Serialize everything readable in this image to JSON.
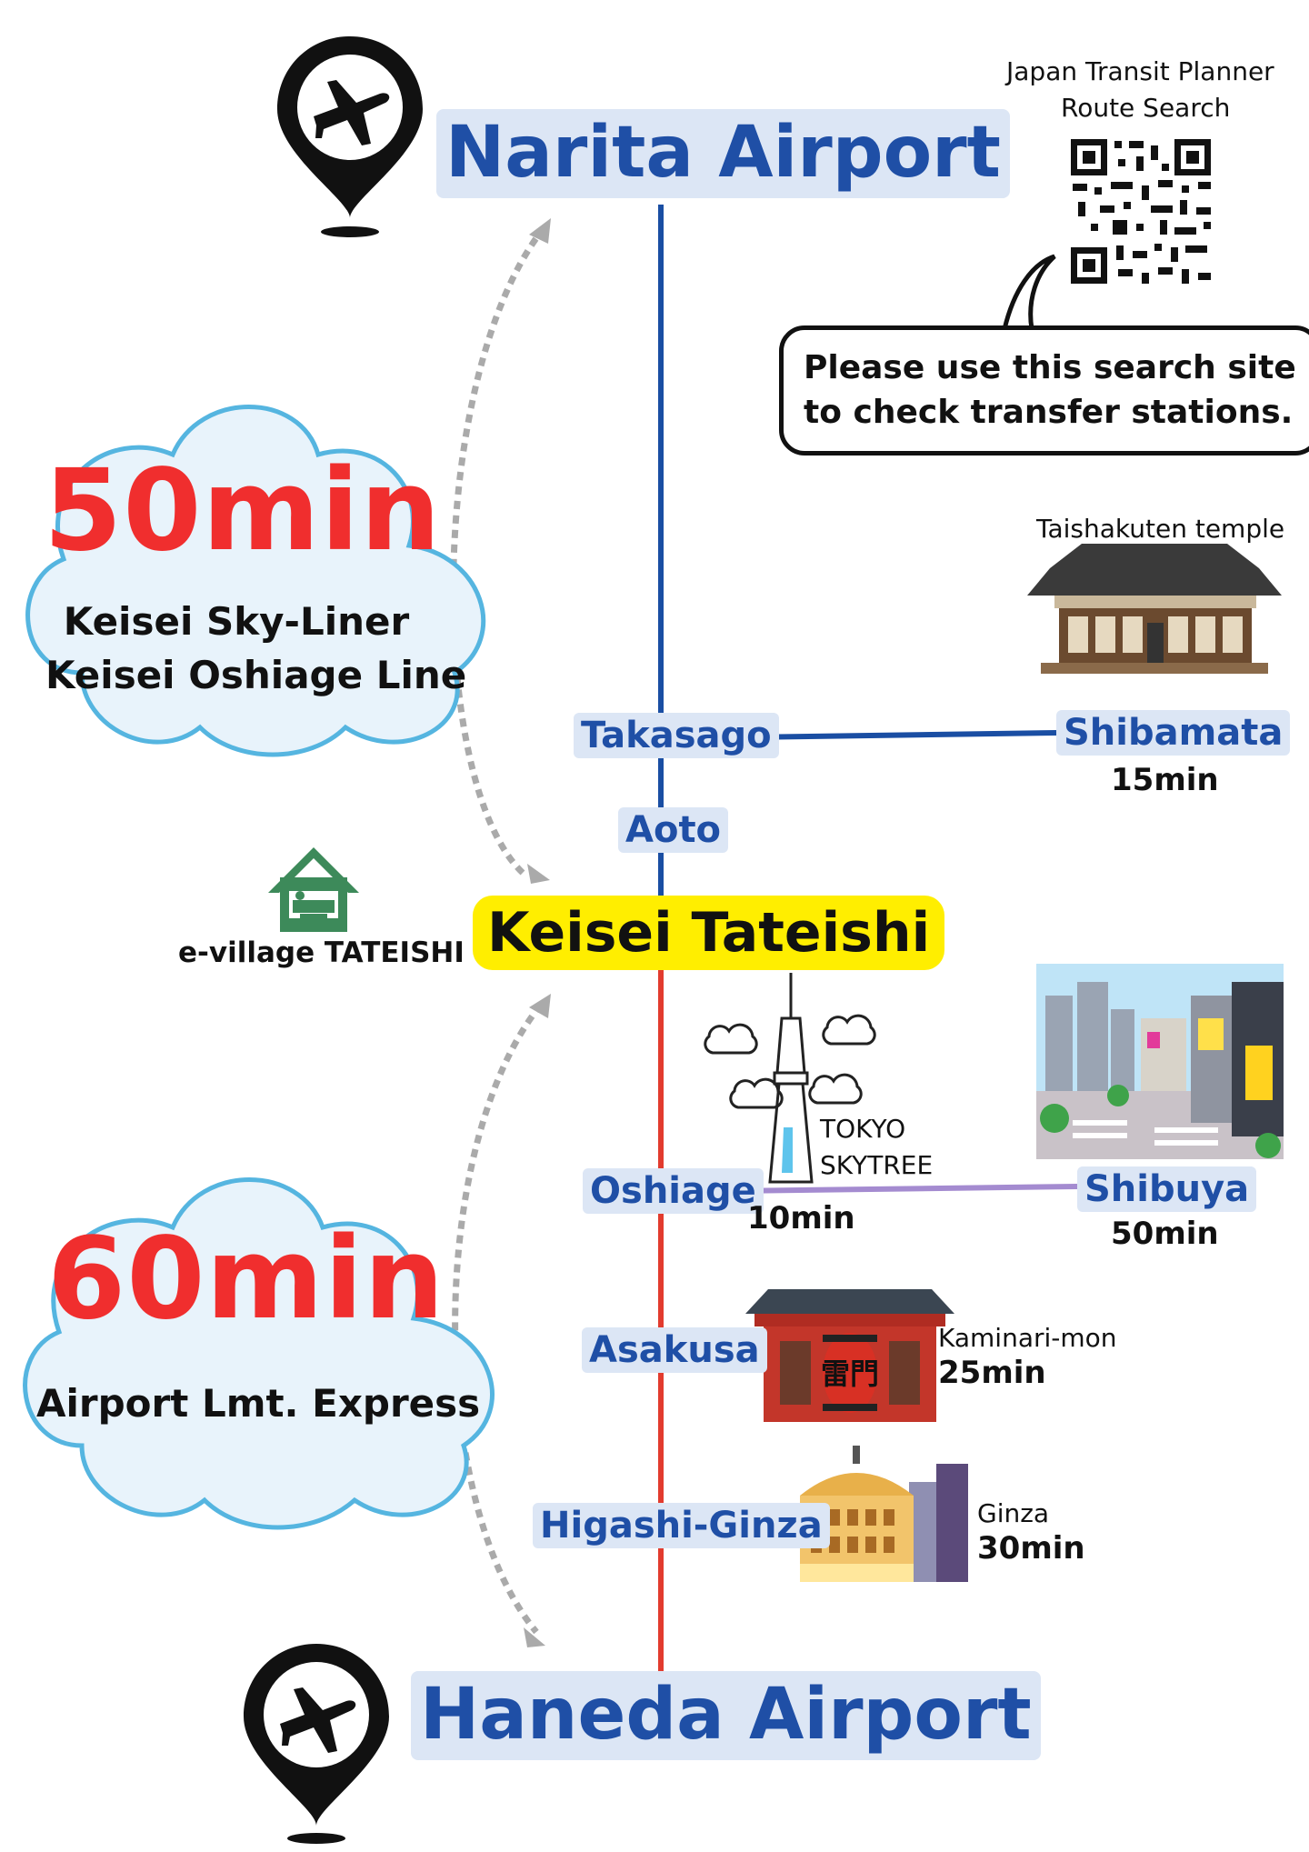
{
  "colors": {
    "keisei_blue_line": "#1a4ea3",
    "keisei_red_line": "#e23b2e",
    "asakusa_purple_line": "#a48bd0",
    "hub_yellow": "#ffee00",
    "station_label_bg": "#dce6f5",
    "station_label_text": "#1f4fa6",
    "cloud_time_red": "#f02e2e",
    "house_green": "#3d8a5a"
  },
  "qr": {
    "title_line1": "Japan Transit Planner",
    "title_line2": "Route Search"
  },
  "bubble": {
    "line1": "Please use this search site",
    "line2": "to check transfer stations."
  },
  "airports": {
    "narita": "Narita Airport",
    "haneda": "Haneda Airport"
  },
  "hub": "Keisei Tateishi",
  "hotel": "e-village TATEISHI",
  "route_north": {
    "time": "50min",
    "line1": "Keisei Sky-Liner",
    "line2": "Keisei Oshiage Line"
  },
  "route_south": {
    "time": "60min",
    "line1": "Airport Lmt. Express"
  },
  "stations": {
    "takasago": "Takasago",
    "aoto": "Aoto",
    "oshiage": "Oshiage",
    "asakusa": "Asakusa",
    "higashi_ginza": "Higashi-Ginza"
  },
  "destinations": {
    "shibamata": {
      "name": "Shibamata",
      "time": "15min",
      "landmark": "Taishakuten temple"
    },
    "skytree": {
      "line1": "TOKYO",
      "line2": "SKYTREE",
      "time": "10min"
    },
    "shibuya": {
      "name": "Shibuya",
      "time": "50min"
    },
    "kaminarimon": {
      "name": "Kaminari-mon",
      "time": "25min",
      "lantern": "雷門"
    },
    "ginza": {
      "name": "Ginza",
      "time": "30min"
    }
  },
  "icons": [
    "airplane-pin-icon",
    "house-icon",
    "qr-code-icon",
    "temple-icon",
    "skytree-icon",
    "city-icon",
    "gate-icon",
    "building-icon",
    "cloud-icon"
  ]
}
